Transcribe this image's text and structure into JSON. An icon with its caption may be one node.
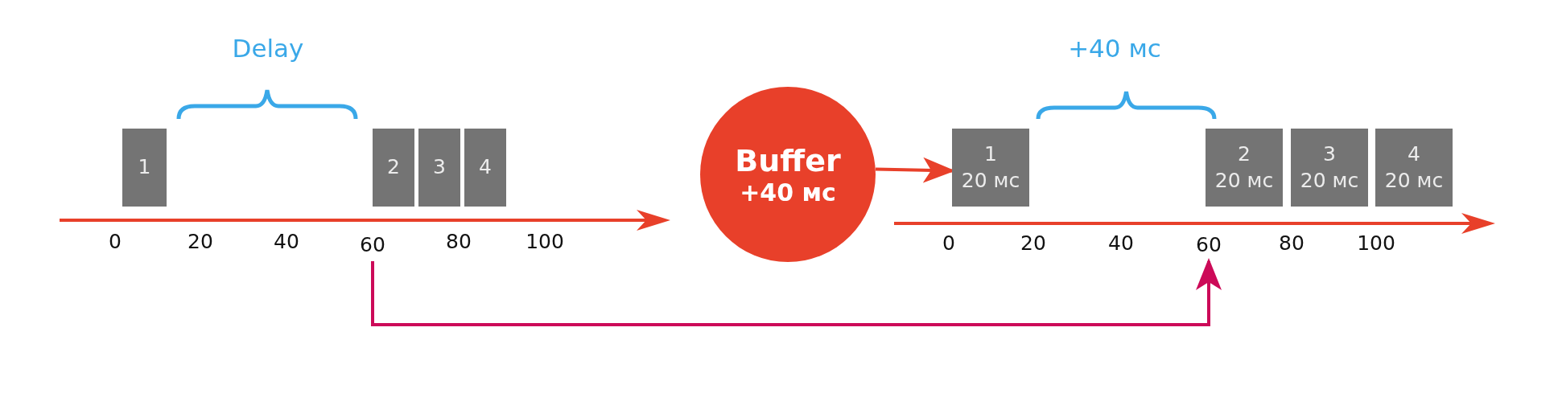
{
  "diagram": {
    "nodes": [
      {
        "text": [
          "1"
        ]
      },
      {
        "text": [
          "2"
        ]
      },
      {
        "text": [
          "3"
        ]
      },
      {
        "text": [
          "4"
        ]
      },
      {
        "text": [
          "Buffer",
          "+40 мс"
        ]
      },
      {
        "text": [
          "1",
          "20 мс"
        ]
      },
      {
        "text": [
          "2",
          "20 мс"
        ]
      },
      {
        "text": [
          "3",
          "20 мс"
        ]
      },
      {
        "text": [
          "4",
          "20 мс"
        ]
      },
      {
        "text": [
          "60"
        ]
      },
      {
        "text": [
          "60"
        ]
      }
    ],
    "edges": [
      {
        "from": 4,
        "to": 5,
        "arrow": "to",
        "color": "#e8402a"
      },
      {
        "from": 9,
        "to": 10,
        "arrow": "to",
        "color": "#cc0a58"
      }
    ],
    "labels": [
      "Delay",
      "+40 мс",
      "0",
      "20",
      "40",
      "80",
      "100",
      "0",
      "20",
      "40",
      "80",
      "100"
    ]
  }
}
